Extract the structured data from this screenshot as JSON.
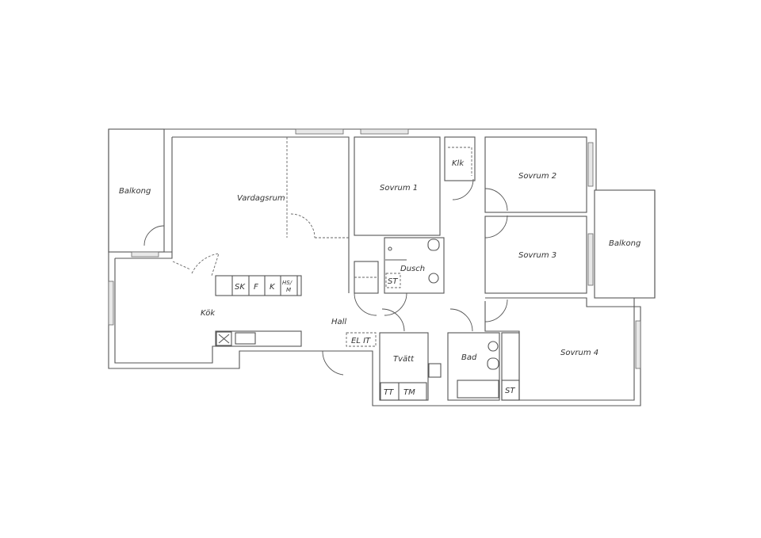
{
  "rooms": {
    "balkong_left": "Balkong",
    "vardagsrum": "Vardagsrum",
    "kok": "Kök",
    "hall": "Hall",
    "sovrum1": "Sovrum 1",
    "klk": "Klk",
    "sovrum2": "Sovrum 2",
    "sovrum3": "Sovrum 3",
    "balkong_right": "Balkong",
    "sovrum4": "Sovrum 4",
    "dusch": "Dusch",
    "tvatt": "Tvätt",
    "bad": "Bad"
  },
  "fixtures": {
    "sk": "SK",
    "f": "F",
    "k": "K",
    "hs_top": "HS/",
    "hs_bottom": "M",
    "el_it": "EL IT",
    "st_dusch": "ST",
    "st_bad": "ST",
    "tt": "TT",
    "tm": "TM"
  }
}
